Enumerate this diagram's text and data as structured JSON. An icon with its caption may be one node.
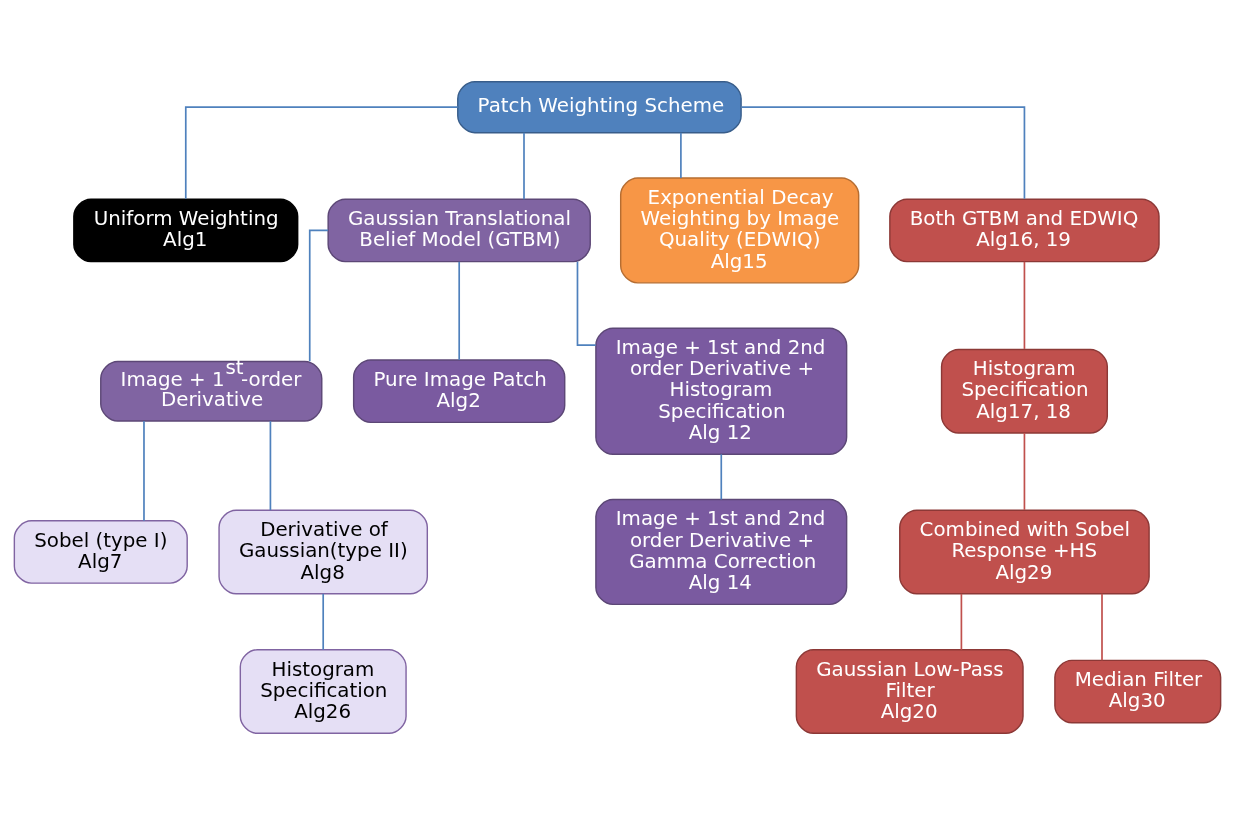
{
  "diagram": {
    "nodes": [
      {
        "text": [
          "Patch Weighting Scheme"
        ]
      },
      {
        "text": [
          "Uniform Weighting",
          "Alg1"
        ]
      },
      {
        "text": [
          "Gaussian Translational Belief Model (GTBM)"
        ]
      },
      {
        "text": [
          "Exponential Decay Weighting by Image Quality (EDWIQ)",
          "Alg15"
        ]
      },
      {
        "text": [
          "Both GTBM and EDWIQ",
          "Alg16, 19"
        ]
      },
      {
        "text": [
          "Histogram Specification",
          "Alg17, 18"
        ]
      },
      {
        "text": [
          "Combined with Sobel Response +HS",
          "Alg29"
        ]
      },
      {
        "text": [
          "Gaussian Low-Pass Filter",
          "Alg20"
        ]
      },
      {
        "text": [
          "Median Filter",
          "Alg30"
        ]
      },
      {
        "text": [
          "Image + 1$^{st}$-order Derivative"
        ]
      },
      {
        "text": [
          "Pure Image Patch",
          "Alg2"
        ]
      },
      {
        "text": [
          "Image + 1st and 2nd order Derivative + Histogram Specification",
          "Alg 12"
        ]
      },
      {
        "text": [
          "Sobel (type I)",
          "Alg7"
        ]
      },
      {
        "text": [
          "Derivative of Gaussian(type II)",
          "Alg8"
        ]
      },
      {
        "text": [
          "Histogram Specification",
          "Alg26"
        ]
      },
      {
        "text": [
          "Image + 1st and 2nd order Derivative + Gamma Correction",
          "Alg 14"
        ]
      }
    ],
    "edges": [
      {
        "from": 0,
        "to": 1,
        "arrow": "none"
      },
      {
        "from": 0,
        "to": 2,
        "arrow": "none"
      },
      {
        "from": 0,
        "to": 3,
        "arrow": "none"
      },
      {
        "from": 0,
        "to": 4,
        "arrow": "none"
      },
      {
        "from": 4,
        "to": 5,
        "arrow": "none",
        "color": "#c0504d"
      },
      {
        "from": 5,
        "to": 6,
        "arrow": "none",
        "color": "#c0504d"
      },
      {
        "from": 6,
        "to": 7,
        "arrow": "none",
        "color": "#c0504d"
      },
      {
        "from": 6,
        "to": 8,
        "arrow": "none",
        "color": "#c0504d"
      },
      {
        "from": 2,
        "to": 9,
        "arrow": "none"
      },
      {
        "from": 2,
        "to": 10,
        "arrow": "none"
      },
      {
        "from": 2,
        "to": 11,
        "arrow": "none"
      },
      {
        "from": 9,
        "to": 12,
        "arrow": "none"
      },
      {
        "from": 9,
        "to": 13,
        "arrow": "none"
      },
      {
        "from": 13,
        "to": 14,
        "arrow": "none"
      },
      {
        "from": 11,
        "to": 15,
        "arrow": "none"
      }
    ]
  }
}
